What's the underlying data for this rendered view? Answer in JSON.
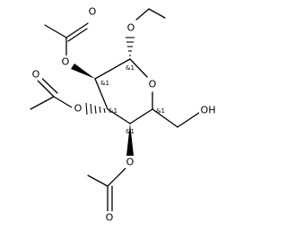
{
  "molecule": {
    "atoms": {
      "ring_oxygen": "O",
      "methoxy_oxygen": "O",
      "oh_label": "OH",
      "ester_o2": "O",
      "carbonyl_o2": "O",
      "ester_o3": "O",
      "carbonyl_o3": "O",
      "ester_o4": "O",
      "carbonyl_o4": "O"
    },
    "stereo_labels": {
      "c1": "&1",
      "c2": "&1",
      "c3": "&1",
      "c4": "&1",
      "c5": "&1"
    }
  }
}
